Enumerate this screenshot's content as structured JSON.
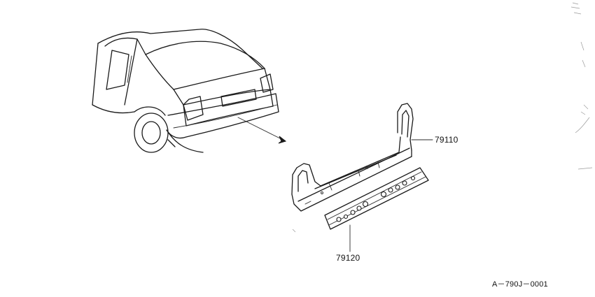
{
  "parts": [
    {
      "id": "part-79110",
      "label": "79110"
    },
    {
      "id": "part-79120",
      "label": "79120"
    }
  ],
  "drawing_code": "A－790J－0001",
  "colors": {
    "line": "#1a1a1a",
    "background": "#ffffff"
  }
}
